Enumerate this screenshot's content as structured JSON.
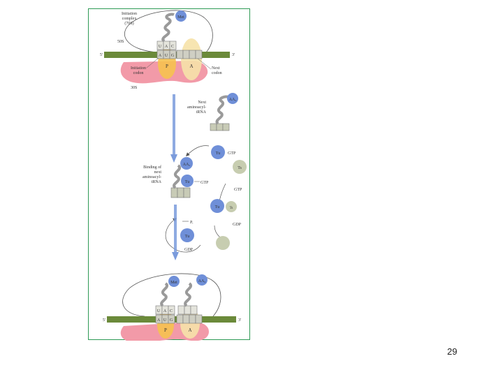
{
  "diagram": {
    "colors": {
      "frame": "#2e9a55",
      "mrna": "#6b8a3a",
      "subunit_30s": "#f29aa8",
      "p_site": "#f6c24f",
      "a_site": "#f6e2a8",
      "trna": "#9a9a9a",
      "blue_factor": "#6f8fd8",
      "gray_factor": "#c7cdb0",
      "arrow": "#7a9bdc"
    },
    "panel1": {
      "initiation_complex": "Initiation",
      "initiation_complex_2": "complex",
      "initiation_complex_3": "(70S)",
      "subunit_50s": "50S",
      "subunit_30s": "30S",
      "met": "Met",
      "anticodon": [
        "U",
        "A",
        "C"
      ],
      "codon": [
        "A",
        "U",
        "G"
      ],
      "five_prime": "5'",
      "three_prime": "3'",
      "p_site": "P",
      "a_site": "A",
      "initiation_codon": "Initiation",
      "initiation_codon_2": "codon",
      "next_codon": "Next",
      "next_codon_2": "codon"
    },
    "panel2": {
      "next_aminoacyl": "Next",
      "next_aminoacyl_2": "aminoacyl-",
      "next_aminoacyl_3": "tRNA",
      "aa2": "AA₂",
      "binding": "Binding of",
      "binding_2": "next",
      "binding_3": "aminoacyl-",
      "binding_4": "tRNA",
      "tu": "Tu",
      "ts": "Ts",
      "gtp": "GTP",
      "gdp": "GDP",
      "pi": "Pᵢ"
    },
    "panel3": {
      "met": "Met",
      "aa2": "AA₂",
      "anticodon": [
        "U",
        "A",
        "C"
      ],
      "codon": [
        "A",
        "U",
        "G"
      ],
      "five_prime": "5'",
      "three_prime": "3'",
      "p_site": "P",
      "a_site": "A"
    }
  },
  "page_number": "29"
}
